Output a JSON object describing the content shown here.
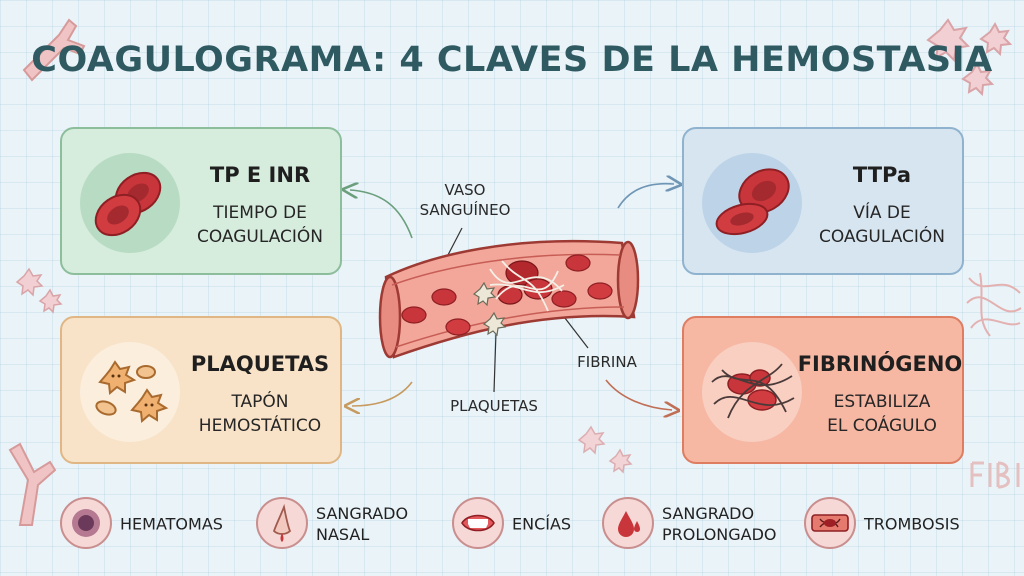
{
  "title": "COAGULOGRAMA: 4 CLAVES DE LA HEMOSTASIA",
  "cards": {
    "tp": {
      "heading": "TP E INR",
      "sub1": "TIEMPO DE",
      "sub2": "COAGULACIÓN",
      "icon": "red-blood-cells-icon"
    },
    "ttpa": {
      "heading": "TTPa",
      "sub1": "VÍA DE",
      "sub2": "COAGULACIÓN",
      "icon": "red-blood-cells-icon"
    },
    "plq": {
      "heading": "PLAQUETAS",
      "sub1": "TAPÓN",
      "sub2": "HEMOSTÁTICO",
      "icon": "platelets-icon"
    },
    "fib": {
      "heading": "FIBRINÓGENO",
      "sub1": "ESTABILIZA",
      "sub2": "EL COÁGULO",
      "icon": "fibrin-clot-icon"
    }
  },
  "vessel": {
    "label_vaso_1": "VASO",
    "label_vaso_2": "SANGUÍNEO",
    "label_fibrina": "FIBRINA",
    "label_plaquetas": "PLAQUETAS"
  },
  "symptoms": [
    {
      "line1": "HEMATOMAS",
      "line2": "",
      "icon": "bruise-icon"
    },
    {
      "line1": "SANGRADO",
      "line2": "NASAL",
      "icon": "nose-bleed-icon"
    },
    {
      "line1": "ENCÍAS",
      "line2": "",
      "icon": "gums-icon"
    },
    {
      "line1": "SANGRADO",
      "line2": "PROLONGADO",
      "icon": "blood-drop-icon"
    },
    {
      "line1": "TROMBOSIS",
      "line2": "",
      "icon": "thrombus-vessel-icon"
    }
  ],
  "colors": {
    "title": "#2f5a62",
    "card_tp": "#d6ecdd",
    "card_ttpa": "#d7e5f1",
    "card_plaquetas": "#f8e3c8",
    "card_fibrinogeno": "#f6b7a3",
    "blood_red": "#c8353a"
  }
}
